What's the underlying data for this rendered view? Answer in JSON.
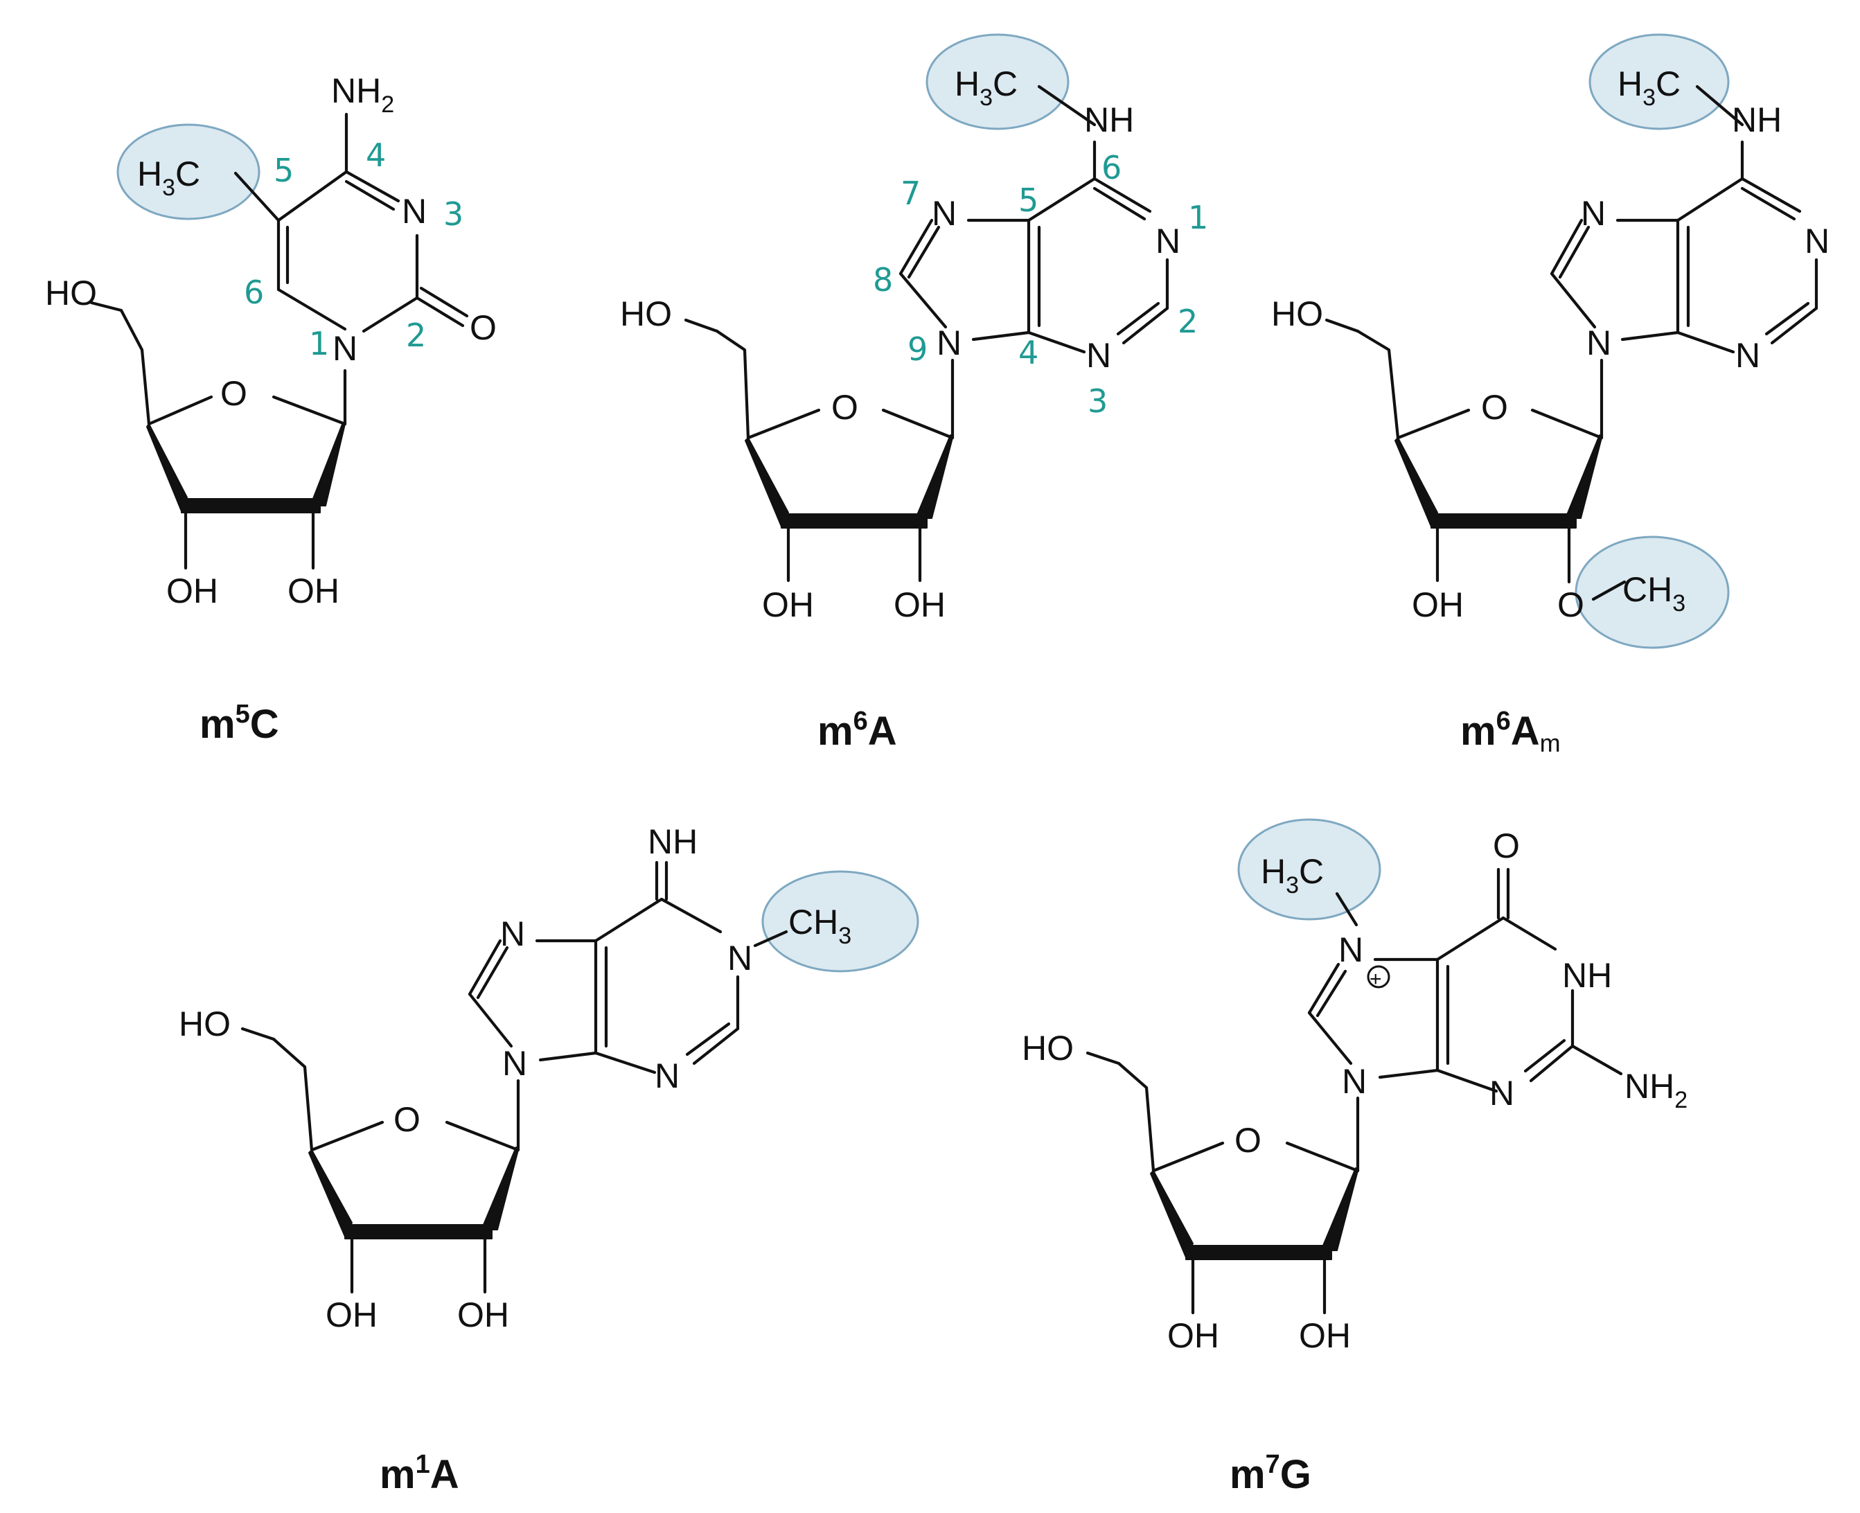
{
  "colors": {
    "highlight_fill": "#dbe9f1",
    "highlight_stroke": "#7ea8c1",
    "numbering": "#1f9a93",
    "bonds": "#111111"
  },
  "atoms": {
    "hydroxyl": "HO",
    "hydroxyl_r": "OH",
    "oxygen": "O",
    "nitrogen": "N",
    "amine_nh": "NH",
    "amino": "NH",
    "amino_sub": "2",
    "imine": "NH",
    "methyl_h": "H",
    "methyl_sub": "3",
    "methyl_c": "C",
    "methyl_rh": "CH",
    "charge": "+"
  },
  "molecules": {
    "m5c": {
      "label_m": "m",
      "label_sup": "5",
      "label_base": "C",
      "numbers": [
        "1",
        "2",
        "3",
        "4",
        "5",
        "6"
      ]
    },
    "m6a": {
      "label_m": "m",
      "label_sup": "6",
      "label_base": "A",
      "numbers": [
        "1",
        "2",
        "3",
        "4",
        "5",
        "6",
        "7",
        "8",
        "9"
      ]
    },
    "m6am": {
      "label_m": "m",
      "label_sup": "6",
      "label_base": "A",
      "label_sub": "m"
    },
    "m1a": {
      "label_m": "m",
      "label_sup": "1",
      "label_base": "A"
    },
    "m7g": {
      "label_m": "m",
      "label_sup": "7",
      "label_base": "G"
    }
  }
}
